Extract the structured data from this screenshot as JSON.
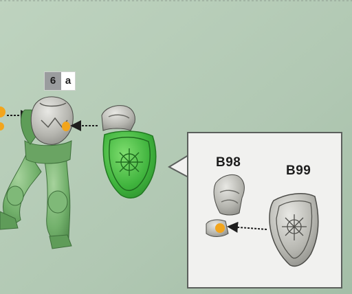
{
  "step": {
    "number": "6",
    "sub": "a"
  },
  "parts": {
    "left_code": "B98",
    "right_code": "B99"
  },
  "colors": {
    "background": "#b3cbb6",
    "model_green": "#6fb06a",
    "highlight_green": "#43b543",
    "grey_part": "#a7a7a2",
    "glue_point": "#f2a51c",
    "callout_border": "#5b5f5c"
  }
}
